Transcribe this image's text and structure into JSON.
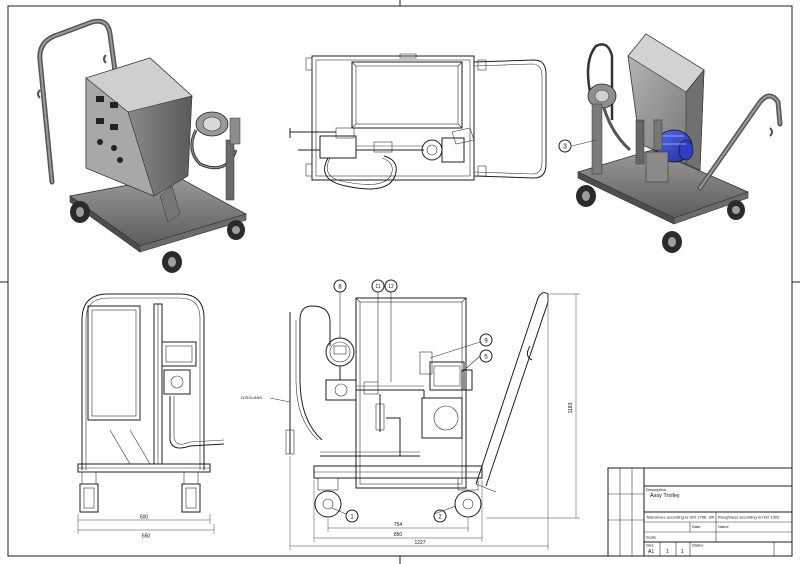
{
  "callouts": {
    "c1": "1",
    "c2": "2",
    "c3": "3",
    "c5": "5",
    "c8": "8",
    "c9": "9",
    "c11": "11",
    "c12": "12"
  },
  "dimensions": {
    "width_front": "600",
    "width_front_total": "650",
    "wheelbase": "754",
    "width_side": "850",
    "length_total": "1227",
    "height": "1183"
  },
  "labels": {
    "hose_note": "ZUSGLANS"
  },
  "title_block": {
    "description_label": "Description",
    "description": "Assy Trolley",
    "tolerance": "Tolerances according to ISO 2768 -mK",
    "roughness": "Roughness according to ISO 1302",
    "size_label": "Size",
    "size": "A1",
    "scale_label": "Scale",
    "sheet": "1",
    "sheets": "1",
    "status": "Status",
    "date_label": "Date",
    "name_label": "Name"
  },
  "colors": {
    "line": "#1e1e1e",
    "motor_blue": "#2c3fc4",
    "shade": "#8c8c8c"
  }
}
